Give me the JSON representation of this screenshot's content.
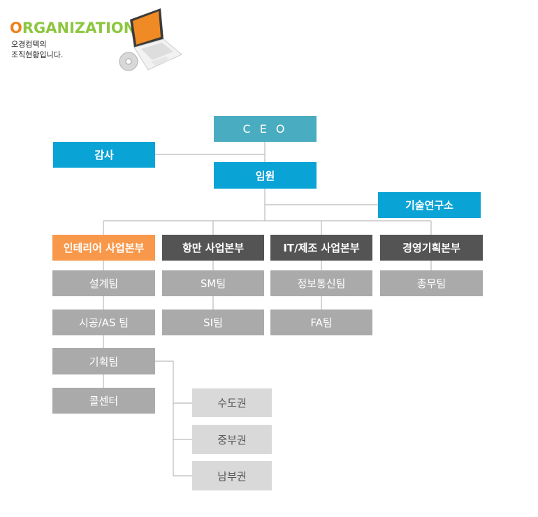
{
  "header": {
    "title_first": "O",
    "title_rest": "RGANIZATION",
    "subtitle": "오경컴텍의\n조직현황입니다."
  },
  "colors": {
    "ceo": "#4aacc0",
    "blue": "#0aa3d6",
    "orange": "#f7984b",
    "dark": "#545454",
    "team": "#aaaaaa",
    "region": "#d9d9d9",
    "line": "#bbbbbb"
  },
  "org": {
    "ceo": "C E O",
    "audit": "감사",
    "executive": "임원",
    "research": "기술연구소",
    "divisions": [
      {
        "label": "인테리어 사업본부",
        "teams": [
          "설계팀",
          "시공/AS 팀",
          "기획팀",
          "콜센터"
        ]
      },
      {
        "label": "항만 사업본부",
        "teams": [
          "SM팀",
          "SI팀"
        ]
      },
      {
        "label": "IT/제조 사업본부",
        "teams": [
          "정보통신팀",
          "FA팀"
        ]
      },
      {
        "label": "경영기획본부",
        "teams": [
          "총무팀"
        ]
      }
    ],
    "regions": [
      "수도권",
      "중부권",
      "남부권"
    ]
  }
}
